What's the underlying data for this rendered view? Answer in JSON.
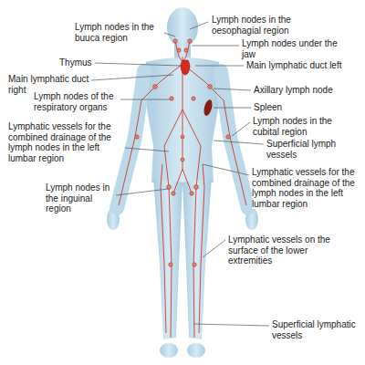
{
  "diagram": {
    "labels": [
      "Lymph nodes in the buuca region",
      "Lymph nodes in the oesophagial region",
      "Lymph nodes under the jaw",
      "Thymus",
      "Main lymphatic duct left",
      "Main lymphatic duct right",
      "Axillary lymph node",
      "Lymph nodes of the respiratory organs",
      "Spleen",
      "Lymph nodes in the cubital region",
      "Lymphatic vessels for the combined drainage of the lymph nodes in the left lumbar region",
      "Superficial lymph vessels",
      "Lymphatic vessels for the combined drainage of the lymph nodes in the left lumbar region",
      "Lymph nodes in the inguinal region",
      "Lymphatic vessels on the surface of the lower extremities",
      "Superficial lymphatic vessels"
    ]
  }
}
